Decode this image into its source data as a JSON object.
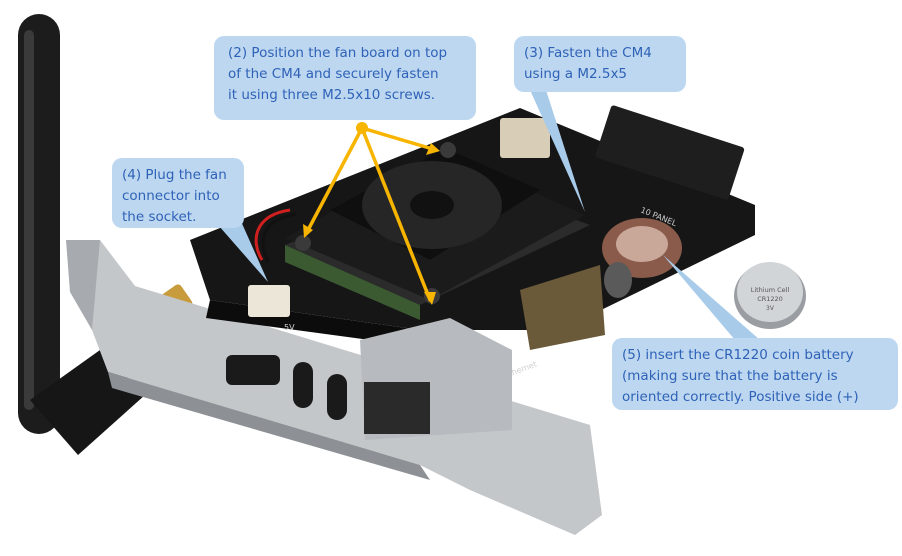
{
  "callouts": {
    "step2": {
      "lines": [
        "(2) Position the fan board on top",
        "of the CM4 and securely fasten",
        "it using three M2.5x10 screws."
      ]
    },
    "step3": {
      "lines": [
        "(3) Fasten the CM4",
        "using a M2.5x5"
      ]
    },
    "step4": {
      "lines": [
        "(4) Plug the fan",
        "connector into",
        "the socket."
      ]
    },
    "step5": {
      "lines": [
        "(5) insert the CR1220 coin battery",
        "(making sure that the battery is",
        "oriented correctly. Positive side (+)"
      ]
    }
  },
  "battery": {
    "brand": "Lithium Cell",
    "model": "CR1220",
    "voltage": "3V"
  },
  "board_labels": {
    "port": "Ethernet",
    "header": "10 PANEL",
    "jack": "5V"
  },
  "colors": {
    "callout_bg": "#bcd7ef",
    "callout_text": "#2f62b8",
    "arrow": "#f7b500",
    "pointer": "#a9cbea"
  }
}
